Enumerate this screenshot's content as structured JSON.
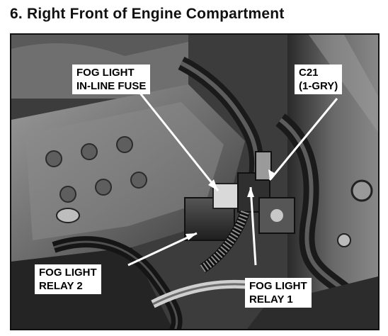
{
  "heading": {
    "text": "6. Right Front of Engine Compartment"
  },
  "callouts": {
    "fog_light_fuse": {
      "line1": "FOG LIGHT",
      "line2": "IN-LINE FUSE"
    },
    "connector_c21": {
      "line1": "C21",
      "line2": "(1-GRY)"
    },
    "fog_light_relay_2": {
      "line1": "FOG LIGHT",
      "line2": "RELAY 2"
    },
    "fog_light_relay_1": {
      "line1": "FOG LIGHT",
      "line2": "RELAY 1"
    }
  },
  "colors": {
    "border": "#111111",
    "leader_line": "#ffffff",
    "photo_base": "#4a4a4a"
  }
}
